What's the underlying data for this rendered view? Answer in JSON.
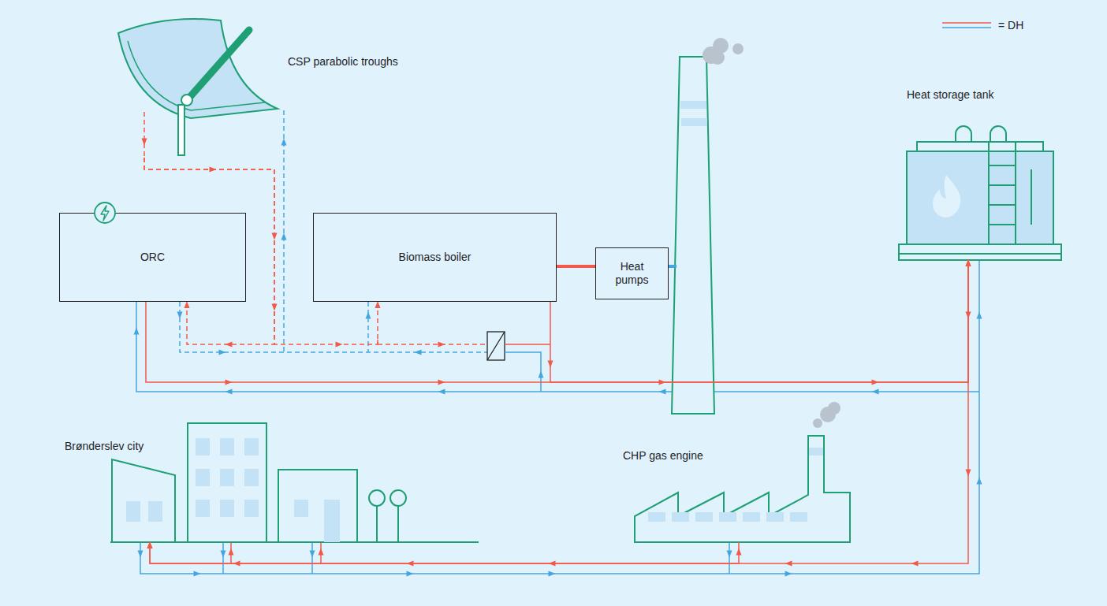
{
  "diagram": {
    "nodes": [
      {
        "text": [
          "CSP parabolic troughs"
        ]
      },
      {
        "text": [
          "Heat storage tank"
        ]
      },
      {
        "text": [
          "ORC"
        ]
      },
      {
        "text": [
          "Biomass boiler"
        ]
      },
      {
        "text": [
          "Heat pumps"
        ]
      },
      {
        "text": [
          "Brønderslev city"
        ]
      },
      {
        "text": [
          "CHP gas engine"
        ]
      }
    ],
    "edges": [
      {
        "from": 0,
        "to": 2,
        "arrow": "to"
      },
      {
        "from": 0,
        "to": 3,
        "arrow": "to"
      },
      {
        "from": 3,
        "to": 4,
        "arrow": "none"
      },
      {
        "from": 2,
        "to": 1,
        "arrow": "to"
      },
      {
        "from": 3,
        "to": 1,
        "arrow": "to"
      },
      {
        "from": 1,
        "to": 5,
        "arrow": "to"
      },
      {
        "from": 6,
        "to": 5,
        "arrow": "to"
      }
    ],
    "legend": [
      {
        "text": "= DH"
      }
    ]
  }
}
